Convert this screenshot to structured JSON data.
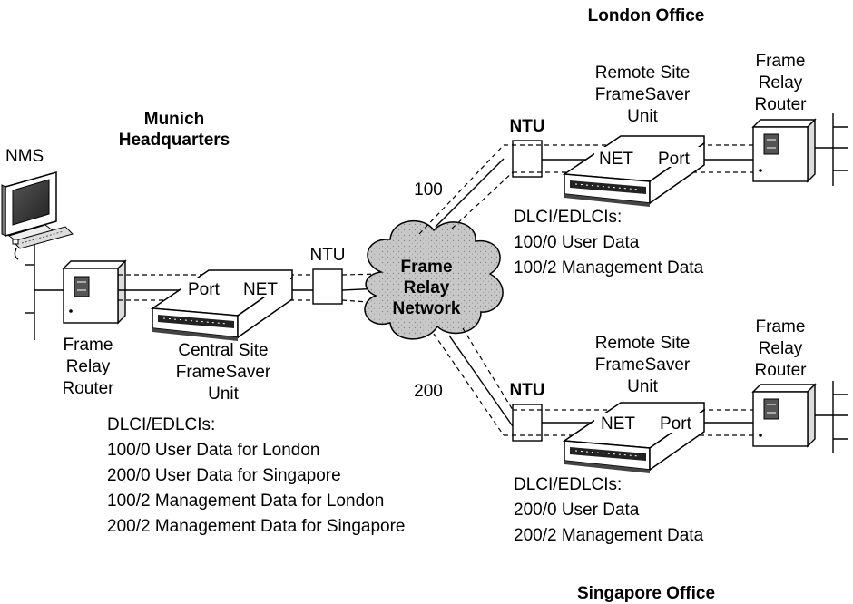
{
  "labels": {
    "london_office": "London Office",
    "singapore_office": "Singapore Office",
    "munich_hq_line1": "Munich",
    "munich_hq_line2": "Headquarters",
    "nms": "NMS",
    "hq_router": [
      "Frame",
      "Relay",
      "Router"
    ],
    "central_unit": [
      "Central Site",
      "FrameSaver",
      "Unit"
    ],
    "central_port": "Port",
    "central_net": "NET",
    "ntu_hq": "NTU",
    "cloud": [
      "Frame",
      "Relay",
      "Network"
    ],
    "dlci_100": "100",
    "dlci_200": "200",
    "ntu_london": "NTU",
    "ntu_singapore": "NTU",
    "london_remote": [
      "Remote Site",
      "FrameSaver",
      "Unit"
    ],
    "london_router": [
      "Frame",
      "Relay",
      "Router"
    ],
    "london_net": "NET",
    "london_port": "Port",
    "singapore_remote": [
      "Remote Site",
      "FrameSaver",
      "Unit"
    ],
    "singapore_router": [
      "Frame",
      "Relay",
      "Router"
    ],
    "singapore_net": "NET",
    "singapore_port": "Port"
  },
  "dlci_lists": {
    "central": [
      "DLCI/EDLCIs:",
      "100/0 User Data for London",
      "200/0 User Data for Singapore",
      "100/2 Management Data for London",
      "200/2 Management Data for Singapore"
    ],
    "london": [
      "DLCI/EDLCIs:",
      "100/0 User Data",
      "100/2 Management Data"
    ],
    "singapore": [
      "DLCI/EDLCIs:",
      "200/0 User Data",
      "200/2 Management Data"
    ]
  }
}
